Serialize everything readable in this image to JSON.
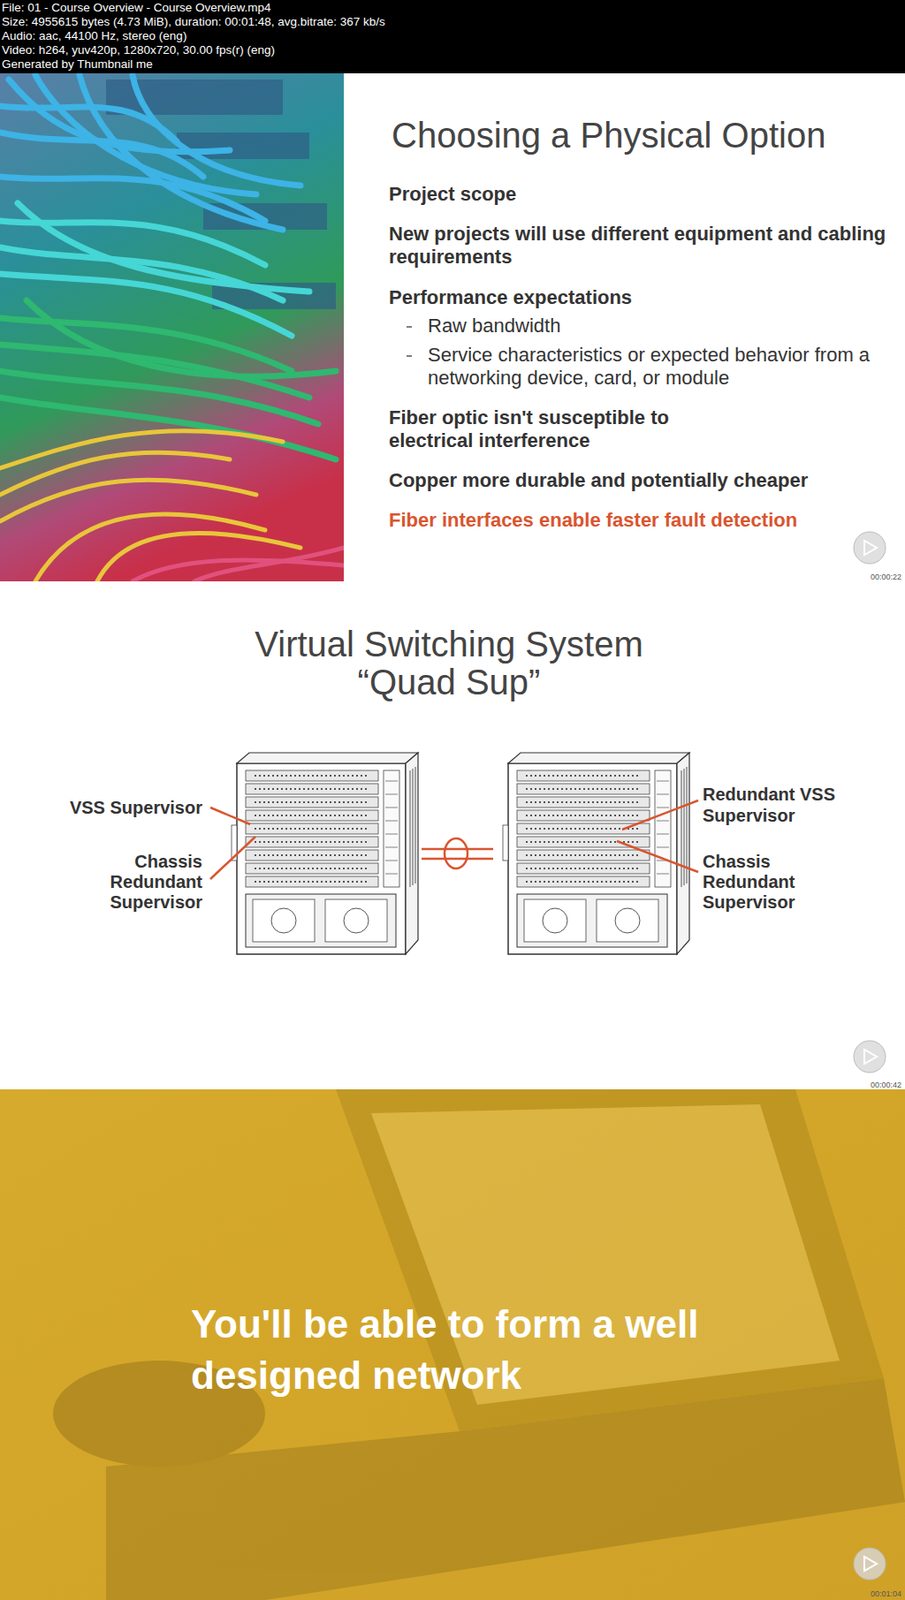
{
  "diagram": {
    "nodes": [
      {
        "text": [
          "File: 01 - Course Overview - Course Overview.mp4",
          "Size: 4955615 bytes (4.73 MiB), duration: 00:01:48, avg.bitrate: 367 kb/s",
          "Audio: aac, 44100 Hz, stereo (eng)",
          "Video: h264, yuv420p, 1280x720, 30.00 fps(r) (eng)",
          "Generated by Thumbnail me"
        ]
      },
      {
        "text": [
          "Choosing a Physical Option",
          "Project scope",
          "New projects will use different equipment and cabling requirements",
          "Performance expectations",
          "Raw bandwidth",
          "Service characteristics or expected behavior from a networking device, card, or module",
          "Fiber optic isn't susceptible to electrical interference",
          "Copper more durable and potentially cheaper",
          "Fiber interfaces enable faster fault detection"
        ]
      },
      {
        "text": [
          "Virtual Switching System",
          "“Quad Sup”"
        ]
      },
      {
        "text": [
          "You'll be able to form a well designed network"
        ]
      }
    ],
    "labels": [
      "VSS Supervisor",
      "Chassis Redundant Supervisor",
      "Redundant VSS Supervisor",
      "Chassis Redundant Supervisor",
      "00:00:22",
      "00:00:42",
      "00:01:04"
    ]
  }
}
